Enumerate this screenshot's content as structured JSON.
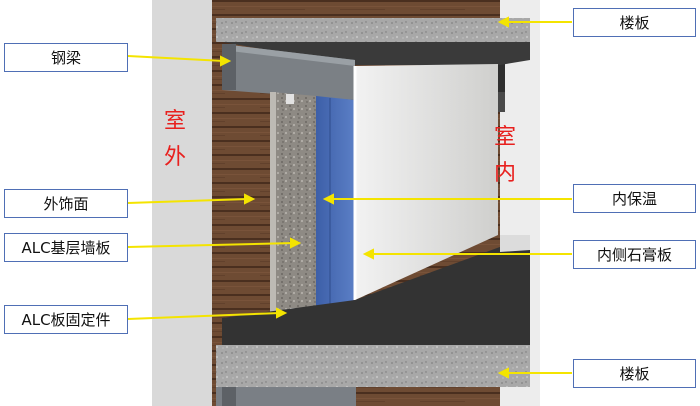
{
  "labels": {
    "floor_slab_top": "楼板",
    "steel_beam": "钢梁",
    "exterior_finish": "外饰面",
    "alc_base_wall": "ALC基层墙板",
    "alc_fixing": "ALC板固定件",
    "floor_slab_bottom": "楼板",
    "interior_insulation": "内保温",
    "interior_gypsum_board": "内侧石膏板"
  },
  "rooms": {
    "outdoor_char1": "室",
    "outdoor_char2": "外",
    "indoor_char1": "室",
    "indoor_char2": "内"
  },
  "colors": {
    "room_label": "#e8201e",
    "callout_border": "#4f6fb5",
    "leader_line": "#f4e400",
    "wood_cladding": "#6b4a33",
    "insulation": "#4a6fb8",
    "gypsum": "#d6d6d4",
    "slab_concrete": "#a9a9a9",
    "slab_top": "#3a3a3a"
  }
}
